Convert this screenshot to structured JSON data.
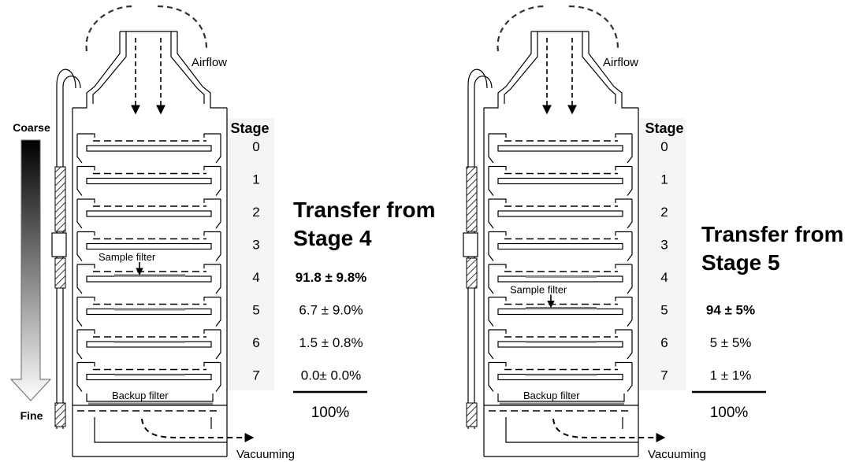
{
  "gradient_axis": {
    "top_label": "Coarse",
    "bottom_label": "Fine"
  },
  "panels": [
    {
      "airflow_label": "Airflow",
      "vacuum_label": "Vacuuming",
      "sample_filter_label": "Sample filter",
      "backup_filter_label": "Backup filter",
      "stage_header": "Stage",
      "stages": [
        "0",
        "1",
        "2",
        "3",
        "4",
        "5",
        "6",
        "7"
      ],
      "title_line1": "Transfer from",
      "title_line2": "Stage 4",
      "sample_stage": 4,
      "percents": [
        {
          "stage": "4",
          "text": "91.8 ± 9.8%",
          "bold": true
        },
        {
          "stage": "5",
          "text": "6.7 ± 9.0%",
          "bold": false
        },
        {
          "stage": "6",
          "text": "1.5 ± 0.8%",
          "bold": false
        },
        {
          "stage": "7",
          "text": "0.0± 0.0%",
          "bold": false
        }
      ],
      "total": "100%"
    },
    {
      "airflow_label": "Airflow",
      "vacuum_label": "Vacuuming",
      "sample_filter_label": "Sample filter",
      "backup_filter_label": "Backup filter",
      "stage_header": "Stage",
      "stages": [
        "0",
        "1",
        "2",
        "3",
        "4",
        "5",
        "6",
        "7"
      ],
      "title_line1": "Transfer from",
      "title_line2": "Stage 5",
      "sample_stage": 5,
      "percents": [
        {
          "stage": "5",
          "text": "94 ± 5%",
          "bold": true
        },
        {
          "stage": "6",
          "text": "5 ± 5%",
          "bold": false
        },
        {
          "stage": "7",
          "text": "1 ± 1%",
          "bold": false
        }
      ],
      "total": "100%"
    }
  ]
}
